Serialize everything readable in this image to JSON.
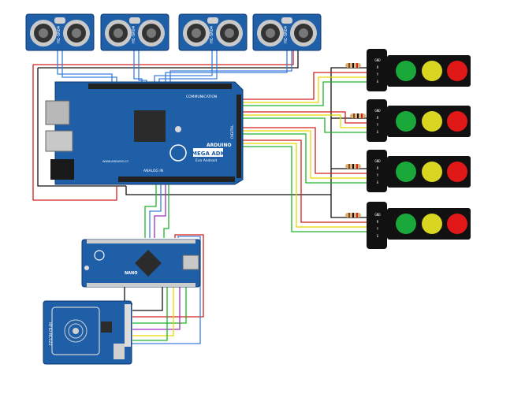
{
  "sensors": [
    {
      "label": "HC-SR04"
    },
    {
      "label": "HC-SR04"
    },
    {
      "label": "HC-SR04"
    },
    {
      "label": "HC-SR04"
    }
  ],
  "mega": {
    "logo": "ARDUINO",
    "model": "MEGA ADK",
    "subtitle": "Evo Android",
    "communication": "COMMUNICATION",
    "analog": "ANALOG IN",
    "digital": "DIGITAL",
    "url": "WWW.ARDUINO.CC"
  },
  "nano": {
    "label": "NANO"
  },
  "rfid": {
    "label": "RFID-RC522"
  },
  "traffic_lights": [
    {
      "pins": [
        "GND",
        "R",
        "Y",
        "G"
      ]
    },
    {
      "pins": [
        "GND",
        "R",
        "Y",
        "G"
      ]
    },
    {
      "pins": [
        "GND",
        "R",
        "Y",
        "G"
      ]
    },
    {
      "pins": [
        "GND",
        "R",
        "Y",
        "G"
      ]
    }
  ],
  "colors": {
    "board_blue": "#1e5fa8",
    "wire_red": "#d32020",
    "wire_black": "#111111",
    "wire_green": "#1fb32a",
    "wire_yellow": "#e8d800",
    "wire_blue": "#3a7fd9",
    "wire_purple": "#a02fc0",
    "led_green": "#1aa83a",
    "led_yellow": "#d8d620",
    "led_red": "#e01818"
  }
}
